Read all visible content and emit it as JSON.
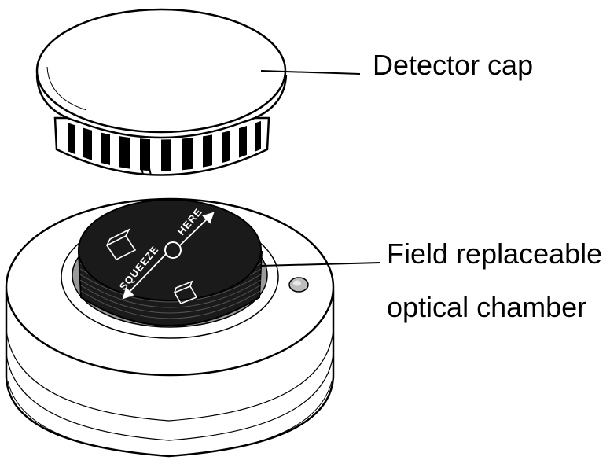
{
  "labels": {
    "cap": "Detector cap",
    "chamber_line1": "Field replaceable",
    "chamber_line2": "optical chamber"
  },
  "chamber_markings": {
    "left": "SQUEEZE",
    "right": "HERE"
  },
  "colors": {
    "line": "#000000",
    "background": "#ffffff",
    "chamber": "#1a1a1a",
    "chamber_ring": "#9a9a9a"
  }
}
